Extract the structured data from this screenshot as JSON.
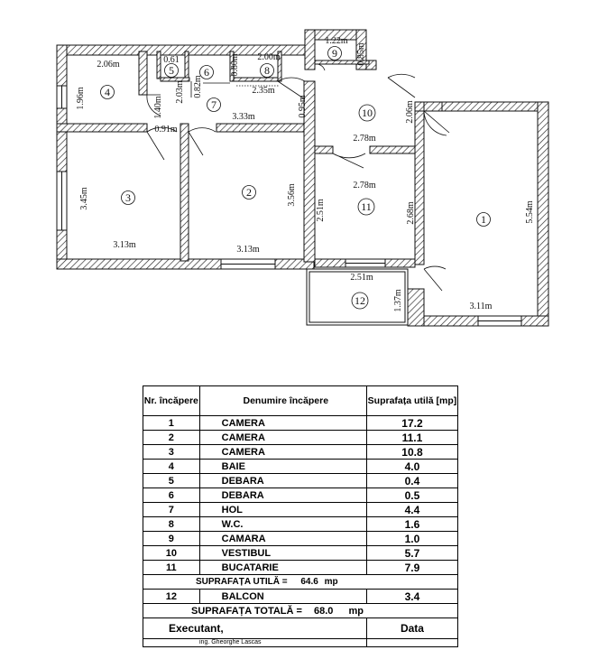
{
  "plan": {
    "rooms": [
      {
        "id": "1"
      },
      {
        "id": "2"
      },
      {
        "id": "3"
      },
      {
        "id": "4"
      },
      {
        "id": "5"
      },
      {
        "id": "6"
      },
      {
        "id": "7"
      },
      {
        "id": "8"
      },
      {
        "id": "9"
      },
      {
        "id": "10"
      },
      {
        "id": "11"
      },
      {
        "id": "12"
      }
    ],
    "dimensions": [
      {
        "text": "2.06m"
      },
      {
        "text": "1.96m"
      },
      {
        "text": "0.61"
      },
      {
        "text": "2.03m"
      },
      {
        "text": "0.80m"
      },
      {
        "text": "0.82m"
      },
      {
        "text": "2.00m"
      },
      {
        "text": "2.35m"
      },
      {
        "text": "1.22m"
      },
      {
        "text": "0.85m"
      },
      {
        "text": "1.40m"
      },
      {
        "text": "0.91m"
      },
      {
        "text": "3.33m"
      },
      {
        "text": "0.95m"
      },
      {
        "text": "2.06m"
      },
      {
        "text": "2.78m"
      },
      {
        "text": "2.78m"
      },
      {
        "text": "3.45m"
      },
      {
        "text": "3.56m"
      },
      {
        "text": "2.51m"
      },
      {
        "text": "2.68m"
      },
      {
        "text": "5.54m"
      },
      {
        "text": "3.13m"
      },
      {
        "text": "3.13m"
      },
      {
        "text": "2.51m"
      },
      {
        "text": "1.37m"
      },
      {
        "text": "3.11m"
      }
    ]
  },
  "table": {
    "headers": {
      "nr": "Nr. încăpere",
      "name": "Denumire încăpere",
      "area": "Suprafața utilă [mp]"
    },
    "rows": [
      {
        "nr": "1",
        "name": "CAMERA",
        "area": "17.2"
      },
      {
        "nr": "2",
        "name": "CAMERA",
        "area": "11.1"
      },
      {
        "nr": "3",
        "name": "CAMERA",
        "area": "10.8"
      },
      {
        "nr": "4",
        "name": "BAIE",
        "area": "4.0"
      },
      {
        "nr": "5",
        "name": "DEBARA",
        "area": "0.4"
      },
      {
        "nr": "6",
        "name": "DEBARA",
        "area": "0.5"
      },
      {
        "nr": "7",
        "name": "HOL",
        "area": "4.4"
      },
      {
        "nr": "8",
        "name": "W.C.",
        "area": "1.6"
      },
      {
        "nr": "9",
        "name": "CAMARA",
        "area": "1.0"
      },
      {
        "nr": "10",
        "name": "VESTIBUL",
        "area": "5.7"
      },
      {
        "nr": "11",
        "name": "BUCATARIE",
        "area": "7.9"
      }
    ],
    "useful_total": {
      "label": "SUPRAFAȚA UTILĂ =",
      "value": "64.6",
      "unit": "mp"
    },
    "balcony": {
      "nr": "12",
      "name": "BALCON",
      "area": "3.4"
    },
    "grand_total": {
      "label": "SUPRAFAȚA TOTALĂ =",
      "value": "68.0",
      "unit": "mp"
    },
    "footer": {
      "left": "Executant,",
      "right": "Data",
      "signature": "ing. Gheorghe Lascas"
    }
  }
}
